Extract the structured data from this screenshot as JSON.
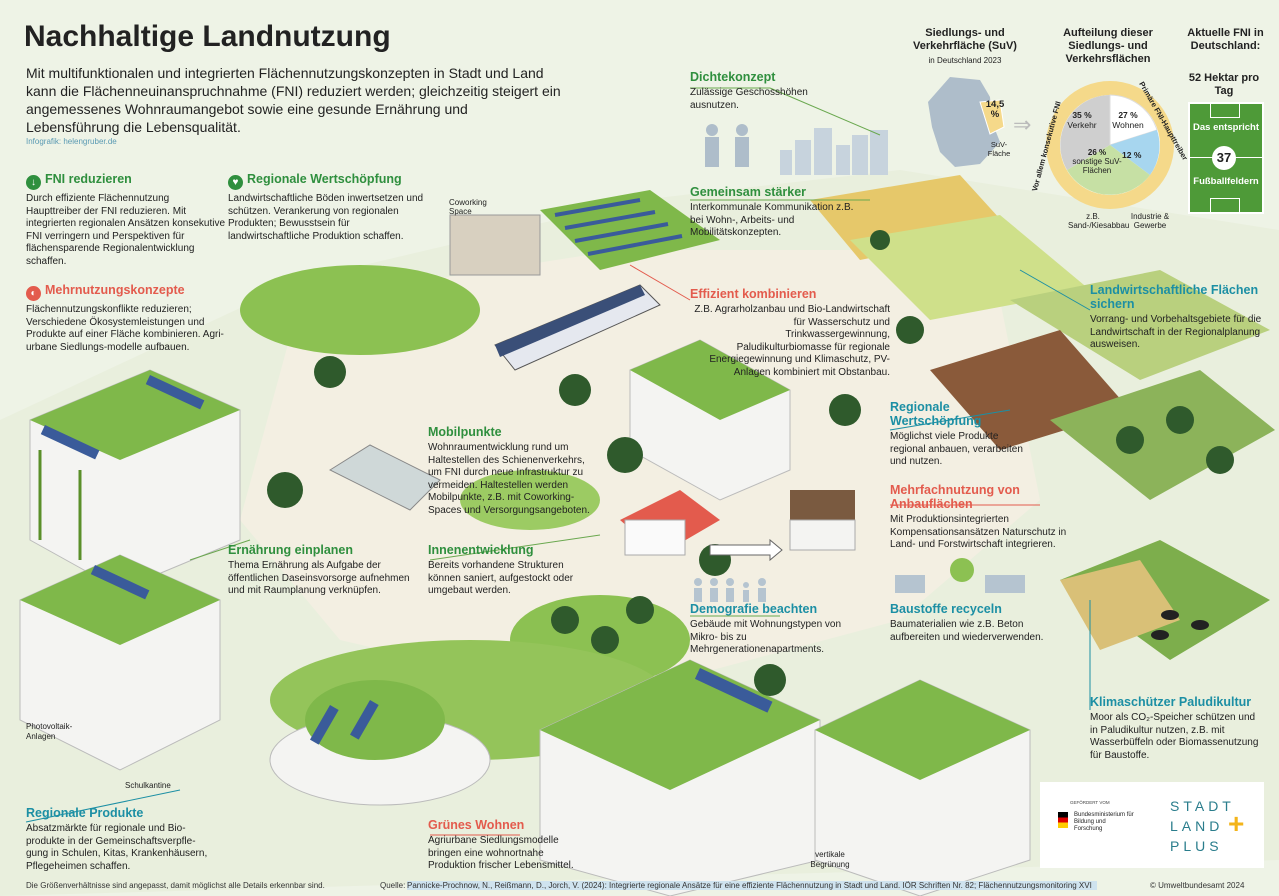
{
  "header": {
    "title": "Nachhaltige Landnutzung",
    "intro": "Mit multifunktionalen und integrierten Flächennutzungskonzepten in Stadt und Land kann die Flächenneuinanspruchnahme (FNI) reduziert werden; gleichzeitig steigert ein angemessenes Wohnraumangebot sowie eine gesunde Ernährung und Lebensführung die Lebensqualität.",
    "credit": "Infografik: helengruber.de"
  },
  "left_sections": [
    {
      "heading": "FNI reduzieren",
      "text": "Durch effiziente Flächennutzung Haupttreiber der FNI reduzieren. Mit integrierten regionalen Ansätzen konsekutive FNI verringern und Perspektiven für flächensparende Regionalentwicklung schaffen."
    },
    {
      "heading": "Mehrnutzungskonzepte",
      "text": "Flächennutzungskonflikte reduzieren; Verschiedene Ökosystemleistungen und Produkte auf einer Fläche kombinieren. Agri-urbane Siedlungs-modelle aufbauen."
    },
    {
      "heading": "Regionale Wertschöpfung",
      "text": "Landwirtschaftliche Böden inwertsetzen und schützen. Verankerung von regionalen Produkten; Bewusstsein für landwirtschaftliche Produktion schaffen."
    }
  ],
  "stats": {
    "suv_heading": "Siedlungs- und Verkehrfläche (SuV)",
    "suv_sub": "in Deutschland 2023",
    "suv_value": "14,5 %",
    "suv_label": "SuV-Fläche",
    "split_heading": "Aufteilung dieser Siedlungs- und Verkehrsflächen",
    "ring_left": "Vor allem konsekutive FNI",
    "ring_right": "Primäre FNI-Haupttreiber",
    "segments": [
      {
        "value": "35 %",
        "label": "Verkehr",
        "color": "#cfcfcf"
      },
      {
        "value": "27 %",
        "label": "Wohnen",
        "color": "#ffffff"
      },
      {
        "value": "12 %",
        "label": "",
        "color": "#a7d6ef"
      },
      {
        "value": "26 %",
        "label": "sonstige SuV-Flächen",
        "color": "#c6e0a4"
      }
    ],
    "label_sand": "z.B. Sand-/Kiesabbau",
    "label_industry": "Industrie & Gewerbe",
    "fni_heading": "Aktuelle FNI in Deutschland:",
    "fni_value": "52 Hektar pro Tag",
    "fni_equals": "Das entspricht",
    "fni_fields_num": "37",
    "fni_fields": "Fußballfeldern"
  },
  "callouts": {
    "dichte": {
      "heading": "Dichtekonzept",
      "text": "Zulässige Geschosshöhen ausnutzen."
    },
    "gemeinsam": {
      "heading": "Gemeinsam stärker",
      "text": "Interkommunale Kommunikation z.B. bei Wohn-, Arbeits- und Mobilitätskonzepten."
    },
    "effizient": {
      "heading": "Effizient kombinieren",
      "text": "Z.B. Agrarholzanbau und Bio-Landwirtschaft für Wasserschutz und Trinkwassergewinnung, Paludikulturbiomasse für regionale Energiegewinnung und Klimaschutz, PV-Anlagen kombiniert mit Obstanbau."
    },
    "landwirt": {
      "heading": "Landwirtschaftliche Flächen sichern",
      "text": "Vorrang- und Vorbehaltsgebiete für die Landwirtschaft in der Regionalplanung ausweisen."
    },
    "regional2": {
      "heading": "Regionale Wertschöpfung",
      "text": "Möglichst viele Produkte regional anbauen, verarbeiten und nutzen."
    },
    "mobil": {
      "heading": "Mobilpunkte",
      "text": "Wohnraumentwicklung rund um Haltestellen des Schienenverkehrs, um FNI durch neue Infrastruktur zu vermeiden. Haltestellen werden Mobilpunkte, z.B. mit Coworking-Spaces und Versorgungsangeboten."
    },
    "mehrfach": {
      "heading": "Mehrfachnutzung von Anbauflächen",
      "text": "Mit Produktionsintegrierten Kompensationsansätzen Naturschutz in Land- und Forstwirtschaft integrieren."
    },
    "ernaehrung": {
      "heading": "Ernährung einplanen",
      "text": "Thema Ernährung als Aufgabe der öffentlichen Daseinsvorsorge aufnehmen und mit Raumplanung verknüpfen."
    },
    "innen": {
      "heading": "Innenentwicklung",
      "text": "Bereits vorhandene Strukturen können saniert, aufgestockt oder umgebaut werden."
    },
    "demografie": {
      "heading": "Demografie beachten",
      "text": "Gebäude mit Wohnungstypen von Mikro- bis zu Mehrgenerationenapartments."
    },
    "baustoffe": {
      "heading": "Baustoffe recyceln",
      "text": "Baumaterialien wie z.B. Beton aufbereiten und wiederverwenden."
    },
    "klima": {
      "heading": "Klimaschützer Paludikultur",
      "text": "Moor als CO₂-Speicher schützen und in Paludikultur nutzen, z.B. mit Wasserbüffeln oder Biomassenutzung für Baustoffe."
    },
    "regional_produkte": {
      "heading": "Regionale Produkte",
      "text": "Absatzmärkte für regionale und Bio-produkte in der Gemeinschaftsverpfle-gung in Schulen, Kitas, Krankenhäusern, Pflegeheimen schaffen."
    },
    "gruen": {
      "heading": "Grünes Wohnen",
      "text": "Agriurbane Siedlungsmodelle bringen eine wohnortnahe Produktion frischer Lebensmittel."
    }
  },
  "small_labels": {
    "coworking": "Coworking Space",
    "photovoltaik": "Photovoltaik-Anlagen",
    "schulkantine": "Schulkantine",
    "begruenung": "vertikale Begrünung"
  },
  "footer": {
    "note": "Die Größenverhältnisse sind angepasst, damit möglichst alle Details erkennbar sind.",
    "source_label": "Quelle:",
    "source": "Pannicke-Prochnow, N., Reißmann, D., Jorch, V. (2024): Integrierte regionale Ansätze für eine effiziente Flächennutzung in Stadt und Land. IÖR Schriften Nr. 82; Flächennutzungsmonitoring XVI",
    "copyright": "© Umweltbundesamt 2024"
  },
  "logos": {
    "bmbf_small": "GEFÖRDERT VOM",
    "bmbf": "Bundesministerium für Bildung und Forschung",
    "stadt": "STADT",
    "land": "LAND",
    "plus": "PLUS",
    "plus_sign": "+"
  },
  "colors": {
    "green_heading": "#2f8f3e",
    "red_heading": "#e35b4d",
    "teal_heading": "#1c8fa4",
    "grass": "#7fb84a",
    "building": "#f4f4f2",
    "solar": "#3a5b9a"
  }
}
